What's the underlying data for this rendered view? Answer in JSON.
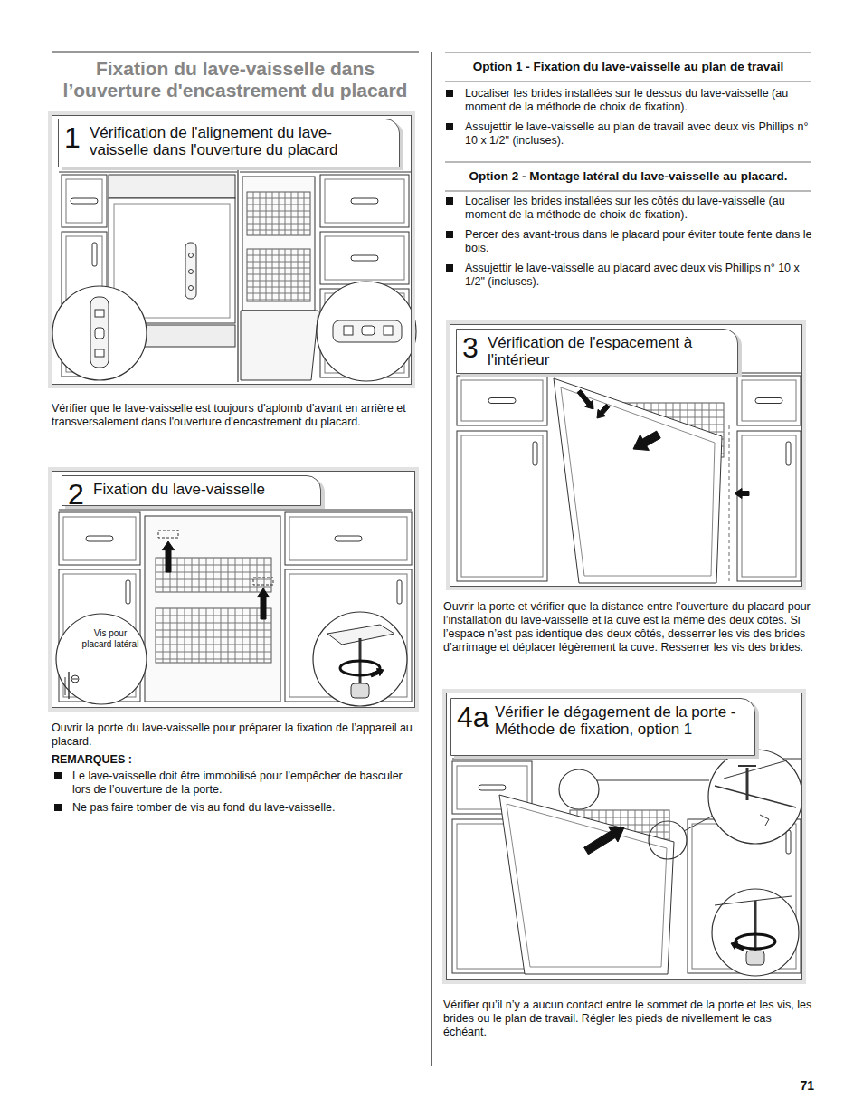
{
  "diagram": {
    "title": "Fixation du lave-vaisselle dans l’ouverture d'encastrement du placard",
    "nodes": [
      {
        "text": [
          "1",
          "Vérification de l'alignement du lave-vaisselle dans l'ouverture du placard"
        ]
      },
      {
        "text": [
          "2",
          "Fixation du lave-vaisselle"
        ]
      },
      {
        "text": [
          "Option 1 - Fixation du lave-vaisselle au plan de travail"
        ]
      },
      {
        "text": [
          "Option 2 - Montage latéral du lave-vaisselle au placard."
        ]
      },
      {
        "text": [
          "3",
          "Vérification de l'espacement à l'intérieur"
        ]
      },
      {
        "text": [
          "4a",
          "Vérifier le dégagement de la porte - Méthode de fixation, option 1"
        ]
      }
    ],
    "labels": [
      "Vérifier que le lave-vaisselle est toujours d'aplomb d'avant en arrière et transversalement dans l'ouverture d'encastrement du placard.",
      "Vis pour placard latéral",
      "Ouvrir la porte du lave-vaisselle pour préparer la fixation de l’appareil au placard.",
      "REMARQUES :",
      "Le lave-vaisselle doit être immobilisé pour l’empêcher de basculer lors de l’ouverture de la porte.",
      "Ne pas faire tomber de vis au fond du lave-vaisselle.",
      "Localiser les brides installées sur le dessus du lave-vaisselle (au moment de la méthode de choix de fixation).",
      "Assujettir le lave-vaisselle au plan de travail avec deux vis Phillips n° 10 x 1/2\" (incluses).",
      "Localiser les brides installées sur les côtés du lave-vaisselle (au moment de la méthode de choix de fixation).",
      "Percer des avant-trous dans le placard pour éviter toute fente dans le bois.",
      "Assujettir le lave-vaisselle au placard avec deux vis Phillips n° 10 x 1/2\" (incluses).",
      "Ouvrir la porte et vérifier que la distance entre l’ouverture du placard pour l’installation du lave-vaisselle et la cuve est la même des deux côtés. Si l’espace n’est pas identique des deux côtés, desserrer les vis des brides d’arrimage et déplacer légèrement la cuve. Resserrer les vis des brides.",
      "Vérifier qu’il n’y a aucun contact entre le sommet de la porte et les vis, les brides ou le plan de travail. Régler les pieds de nivellement le cas échéant.",
      "71"
    ]
  }
}
